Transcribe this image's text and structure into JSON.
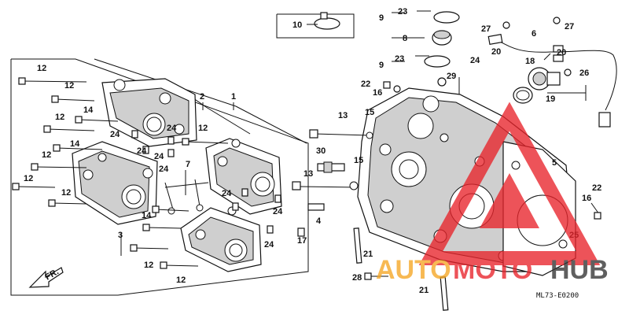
{
  "diagram": {
    "callouts": [
      "1",
      "2",
      "3",
      "4",
      "5",
      "6",
      "7",
      "8",
      "9",
      "10",
      "12",
      "13",
      "14",
      "15",
      "16",
      "17",
      "18",
      "19",
      "20",
      "21",
      "22",
      "23",
      "24",
      "25",
      "26",
      "27",
      "28",
      "29",
      "30"
    ],
    "diagram_code": "ML73-E0200",
    "direction_label": "FR.",
    "colors": {
      "line": "#111111",
      "watermark_red": "#e8242b",
      "watermark_orange": "#f5a623"
    }
  },
  "watermark": {
    "part1": "AUTO",
    "part2": "MOTO",
    "part3": "HUB"
  }
}
